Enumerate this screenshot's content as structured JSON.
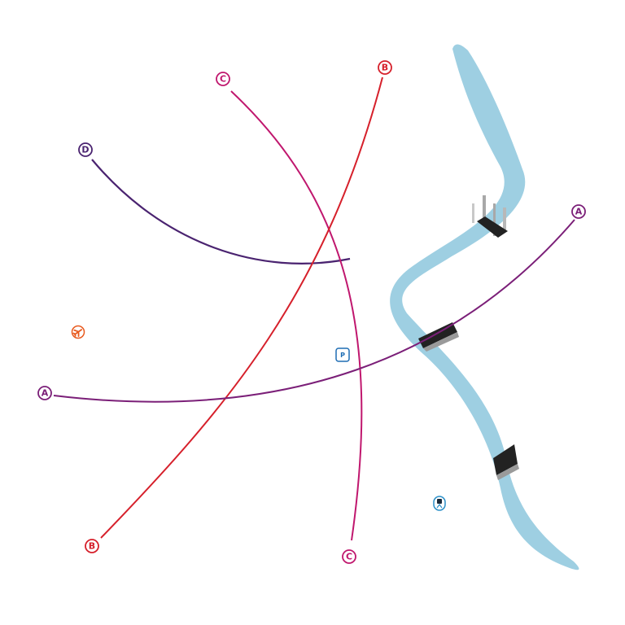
{
  "map": {
    "river_color": "#9ecfe2",
    "bridge_color": "#222222",
    "lines": [
      {
        "id": "A",
        "label": "A",
        "color": "#7b1f78",
        "terminus_start_label": "A",
        "terminus_end_label": "A"
      },
      {
        "id": "B",
        "label": "B",
        "color": "#d6202b",
        "terminus_start_label": "B",
        "terminus_end_label": "B"
      },
      {
        "id": "C",
        "label": "C",
        "color": "#c0176e",
        "terminus_start_label": "C",
        "terminus_end_label": "C"
      },
      {
        "id": "D",
        "label": "D",
        "color": "#4a2370",
        "terminus_start_label": "D"
      }
    ],
    "pois": [
      {
        "id": "airport",
        "icon": "airplane-icon",
        "color": "#e85a1e"
      },
      {
        "id": "parking",
        "icon": "parking-icon",
        "label": "P",
        "color": "#1e6db4"
      },
      {
        "id": "train",
        "icon": "train-icon",
        "color": "#2a8fc8"
      }
    ]
  }
}
